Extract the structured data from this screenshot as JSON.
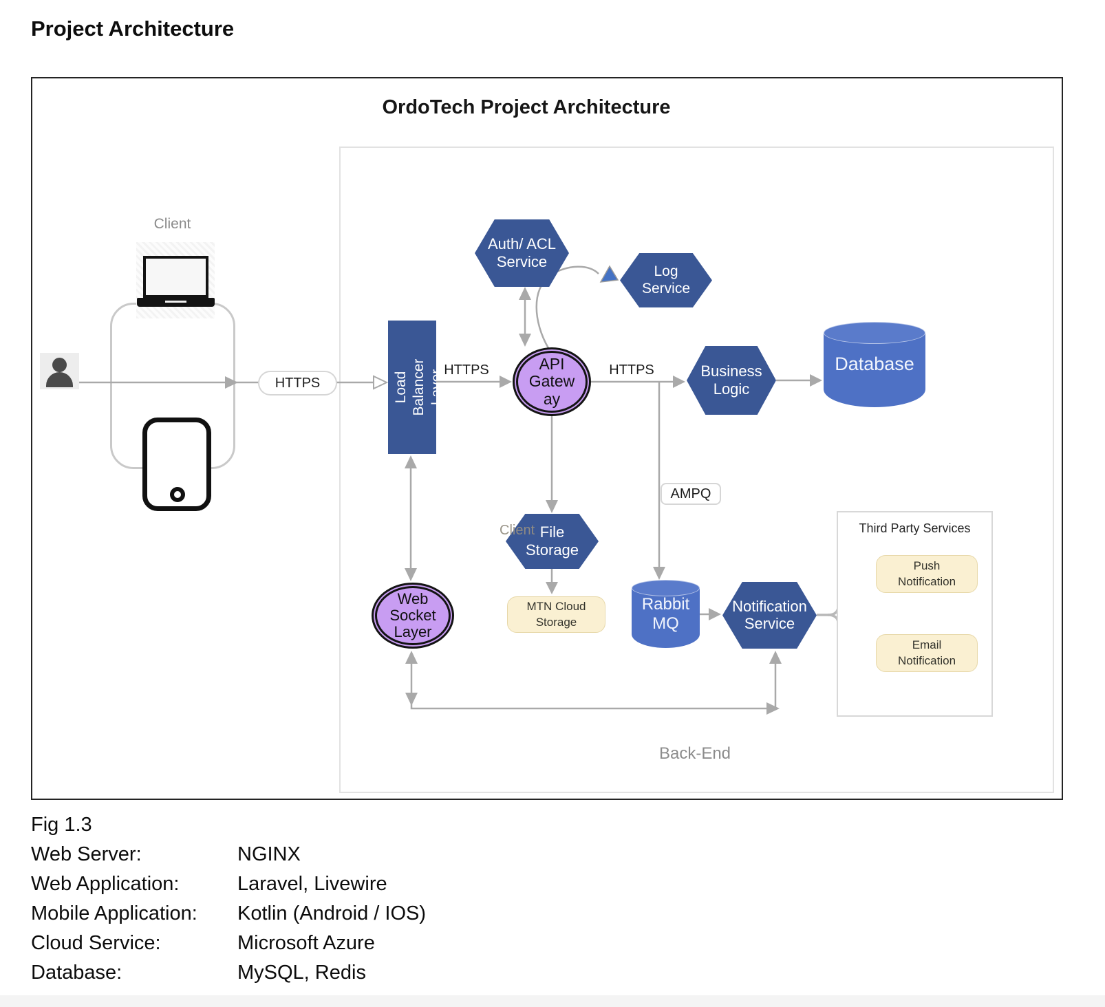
{
  "page": {
    "title": "Project Architecture"
  },
  "figure": {
    "diagram_title": "OrdoTech Project Architecture",
    "caption": "Fig 1.3",
    "specs": [
      {
        "label": "Web Server:",
        "value": "NGINX"
      },
      {
        "label": "Web Application:",
        "value": "Laravel, Livewire"
      },
      {
        "label": "Mobile Application:",
        "value": "Kotlin (Android / IOS)"
      },
      {
        "label": "Cloud Service:",
        "value": "Microsoft Azure"
      },
      {
        "label": "Database:",
        "value": "MySQL, Redis"
      }
    ]
  },
  "diagram": {
    "client": {
      "label": "Client"
    },
    "labels": {
      "https_client": "HTTPS",
      "https_lb_gateway": "HTTPS",
      "https_gateway_logic": "HTTPS",
      "ampq": "AMPQ",
      "back_end": "Back-End",
      "client_ghost": "Client"
    },
    "nodes": {
      "load_balancer": "Load Balancer Layer",
      "api_gateway": "API Gateway",
      "auth_acl": "Auth/ ACL Service",
      "log_service": "Log Service",
      "business_logic": "Business Logic",
      "database": "Database",
      "file_storage": "File Storage",
      "mtn_cloud_storage": "MTN Cloud Storage",
      "rabbit_mq": "Rabbit MQ",
      "notification_service": "Notification Service",
      "web_socket_layer": "Web Socket Layer"
    },
    "third_party": {
      "title": "Third Party Services",
      "items": [
        {
          "label": "Push Notification"
        },
        {
          "label": "Email Notification"
        }
      ]
    }
  },
  "colors": {
    "navy": "#3a5795",
    "blue": "#4e71c5",
    "blue_light": "#5a7bcb",
    "purple": "#c89df2",
    "cream": "#faf0d2",
    "line": "#a9a9a9",
    "arrow_blue": "#4472c4"
  }
}
